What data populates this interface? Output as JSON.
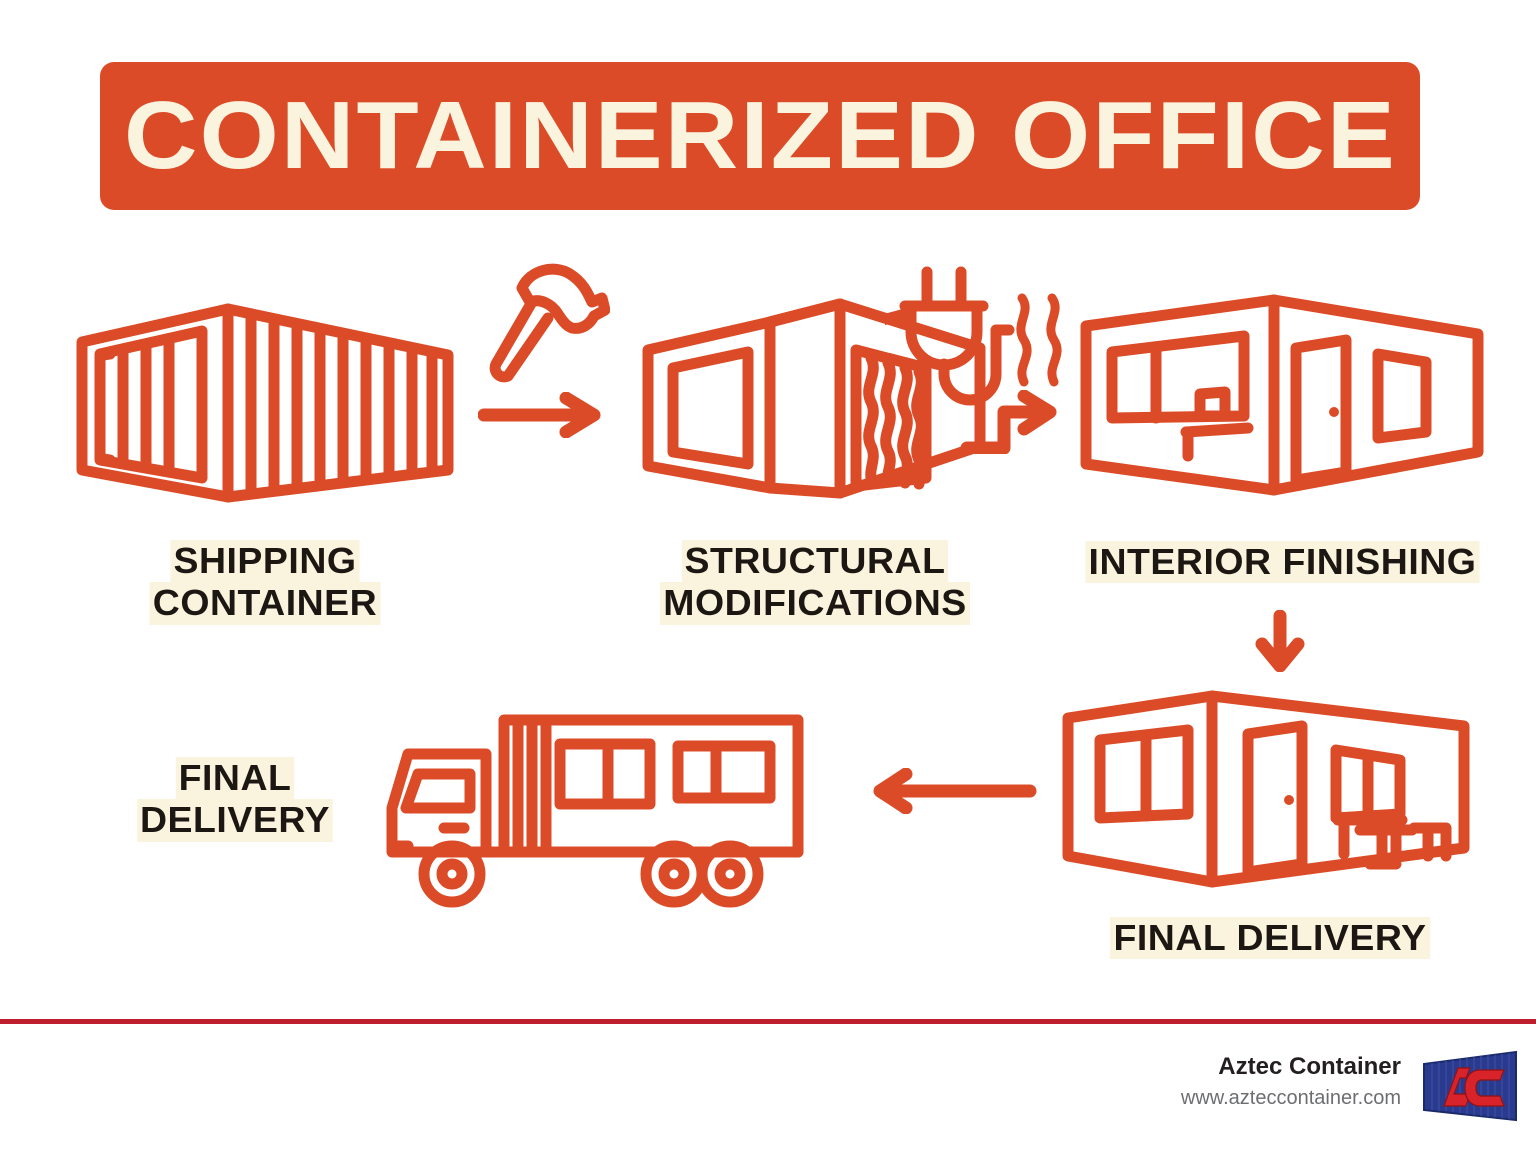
{
  "page": {
    "background_color": "#ffffff",
    "accent_orange": "#DC4B27",
    "label_highlight": "#FAF3DE",
    "label_text_color": "#1C1712",
    "footer_rule_color": "#BE1E2D"
  },
  "header": {
    "title": "CONTAINERIZED OFFICE",
    "banner_color": "#DC4B27",
    "title_color": "#FAF3DE"
  },
  "steps": [
    {
      "id": "shipping-container",
      "label_line1": "SHIPPING",
      "label_line2": "CONTAINER",
      "icon": "shipping-container-icon"
    },
    {
      "id": "structural-modifications",
      "label_line1": "STRUCTURAL",
      "label_line2": "MODIFICATIONS",
      "icon": "modified-container-icon",
      "sub_icons": [
        "hammer-icon",
        "power-plug-icon",
        "heat-waves-icon"
      ]
    },
    {
      "id": "interior-finishing",
      "label_line1": "INTERIOR FINISHING",
      "label_line2": "",
      "icon": "finished-office-icon"
    },
    {
      "id": "final-delivery-office",
      "label_line1": "FINAL DELIVERY",
      "label_line2": "",
      "icon": "furnished-office-icon"
    },
    {
      "id": "final-delivery-truck",
      "label_line1": "FINAL",
      "label_line2": "DELIVERY",
      "icon": "delivery-truck-icon"
    }
  ],
  "arrows": [
    {
      "id": "arrow-1",
      "direction": "right",
      "from": "shipping-container",
      "to": "structural-modifications"
    },
    {
      "id": "arrow-2",
      "direction": "right",
      "from": "structural-modifications",
      "to": "interior-finishing"
    },
    {
      "id": "arrow-3",
      "direction": "down",
      "from": "interior-finishing",
      "to": "final-delivery-office"
    },
    {
      "id": "arrow-4",
      "direction": "left",
      "from": "final-delivery-office",
      "to": "final-delivery-truck"
    }
  ],
  "footer": {
    "brand_name": "Aztec Container",
    "url": "www.aztec container.com",
    "url_display": "www.azteccontainer.com",
    "logo": {
      "name": "aztec-container-logo",
      "initials": "AC",
      "body_color": "#2A3B8F",
      "initials_color": "#D8232A"
    },
    "rule_color": "#BE1E2D"
  }
}
